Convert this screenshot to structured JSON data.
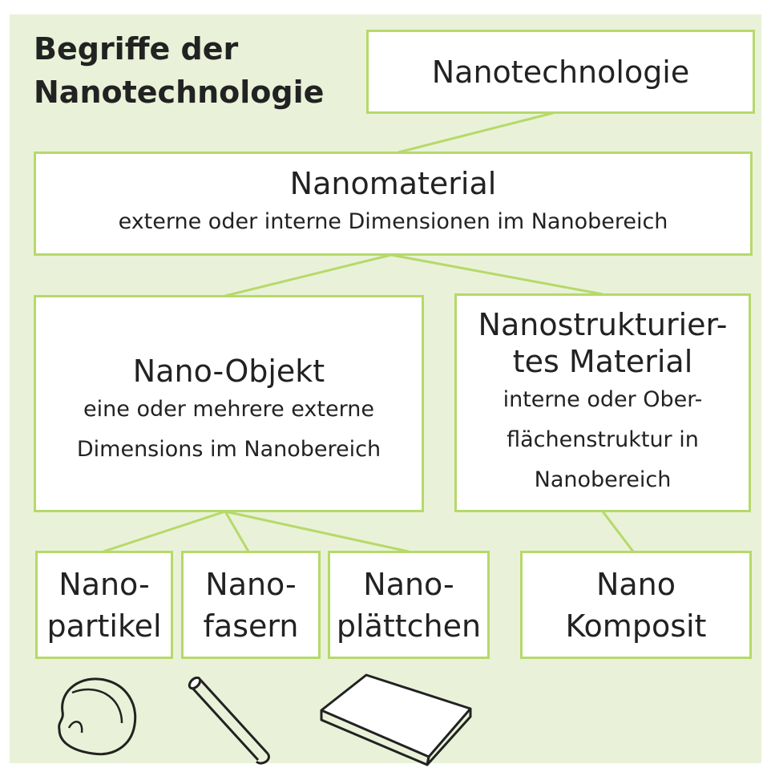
{
  "title_line1": "Begriffe der",
  "title_line2": "Nanotechnologie",
  "nodes": {
    "nanotechnologie": {
      "name": "Nanotechnologie"
    },
    "nanomaterial": {
      "name": "Nanomaterial",
      "desc": "externe oder interne Dimensionen im Nanobereich"
    },
    "nano_objekt": {
      "name": "Nano-Objekt",
      "desc_line1": "eine oder mehrere externe",
      "desc_line2": "Dimensions im Nanobereich"
    },
    "nanostrukturiertes": {
      "name_line1": "Nanostrukturier-",
      "name_line2": "tes Material",
      "desc_line1": "interne oder Ober-",
      "desc_line2": "flächenstruktur in",
      "desc_line3": "Nanobereich"
    },
    "nanopartikel": {
      "line1": "Nano-",
      "line2": "partikel"
    },
    "nanofasern": {
      "line1": "Nano-",
      "line2": "fasern"
    },
    "nanoplaettchen": {
      "line1": "Nano-",
      "line2": "plättchen"
    },
    "nanokomposit": {
      "line1": "Nano",
      "line2": "Komposit"
    }
  },
  "colors": {
    "background": "#e9f2d8",
    "border": "#b6d96a",
    "connector": "#b6d96a"
  }
}
